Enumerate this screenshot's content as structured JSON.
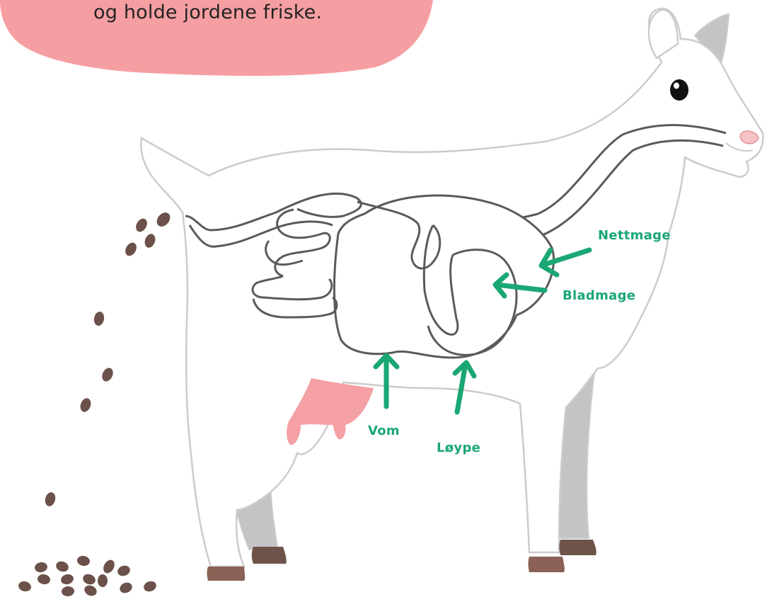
{
  "intro": {
    "text_line": "og holde jordene friske."
  },
  "diagram": {
    "labels": {
      "reticulum": "Nettmage",
      "omasum": "Bladmage",
      "rumen": "Vom",
      "abomasum": "Løype"
    }
  },
  "colors": {
    "accent_green": "#1aa774",
    "blob_pink": "#f59fa2",
    "udder_pink": "#f4a0a4",
    "hoof_brown": "#8a6154",
    "hoof_dark": "#6e534a",
    "dropping_brown": "#6b5149",
    "leg_grey": "#c4c4c6",
    "outline_grey": "#cccccc",
    "gut_outline": "#5a5a5a"
  }
}
